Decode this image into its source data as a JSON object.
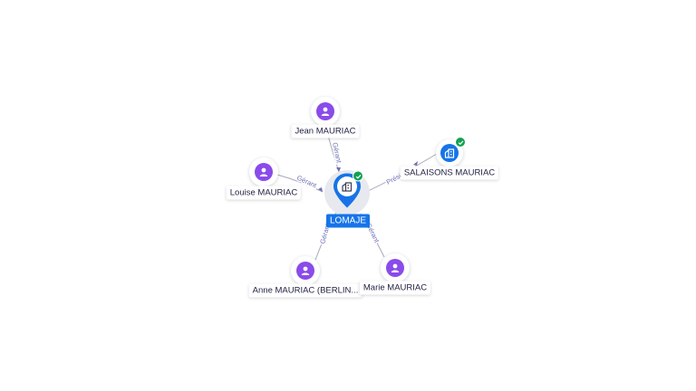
{
  "colors": {
    "person": "#8a4bea",
    "company": "#1674e8",
    "verified": "#13a150",
    "edge": "#a6a8b8",
    "edge_label": "#6c6fb5"
  },
  "center": {
    "name": "LOMAJE",
    "icon": "building-icon",
    "verified": true
  },
  "persons": [
    {
      "name": "Jean MAURIAC",
      "icon": "person-icon"
    },
    {
      "name": "Louise MAURIAC",
      "icon": "person-icon"
    },
    {
      "name": "Anne MAURIAC (BERLIN...",
      "icon": "person-icon"
    },
    {
      "name": "Marie MAURIAC",
      "icon": "person-icon"
    }
  ],
  "companies": [
    {
      "name": "SALAISONS MAURIAC",
      "icon": "building-icon",
      "verified": true
    }
  ],
  "edges": [
    {
      "label": "Gérant"
    },
    {
      "label": "Gérant"
    },
    {
      "label": "Gérant"
    },
    {
      "label": "Gérant"
    },
    {
      "label": "Présid..."
    }
  ]
}
